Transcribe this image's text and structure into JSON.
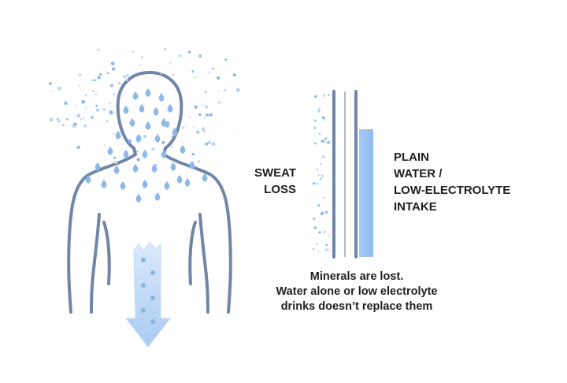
{
  "labels": {
    "sweat_loss": [
      "SWEAT",
      "LOSS"
    ],
    "intake": [
      "PLAIN",
      "WATER /",
      "LOW-ELECTROLYTE",
      "INTAKE"
    ]
  },
  "caption": [
    "Minerals are lost.",
    "Water alone or low electrolyte",
    "drinks doesn’t replace them"
  ],
  "colors": {
    "outline": "#6f86a8",
    "droplet": "#8db8e8",
    "droplet_light": "#b9d4f2",
    "arrow_fill": "#b6d3f5",
    "intake_bar": "#9fc4f3",
    "wall_thin": "#9aa4b2",
    "text": "#1f1f1f"
  },
  "icons": [
    "human-figure-icon",
    "sweat-droplet-icon",
    "mineral-loss-arrow-icon",
    "fluid-column-icon"
  ]
}
